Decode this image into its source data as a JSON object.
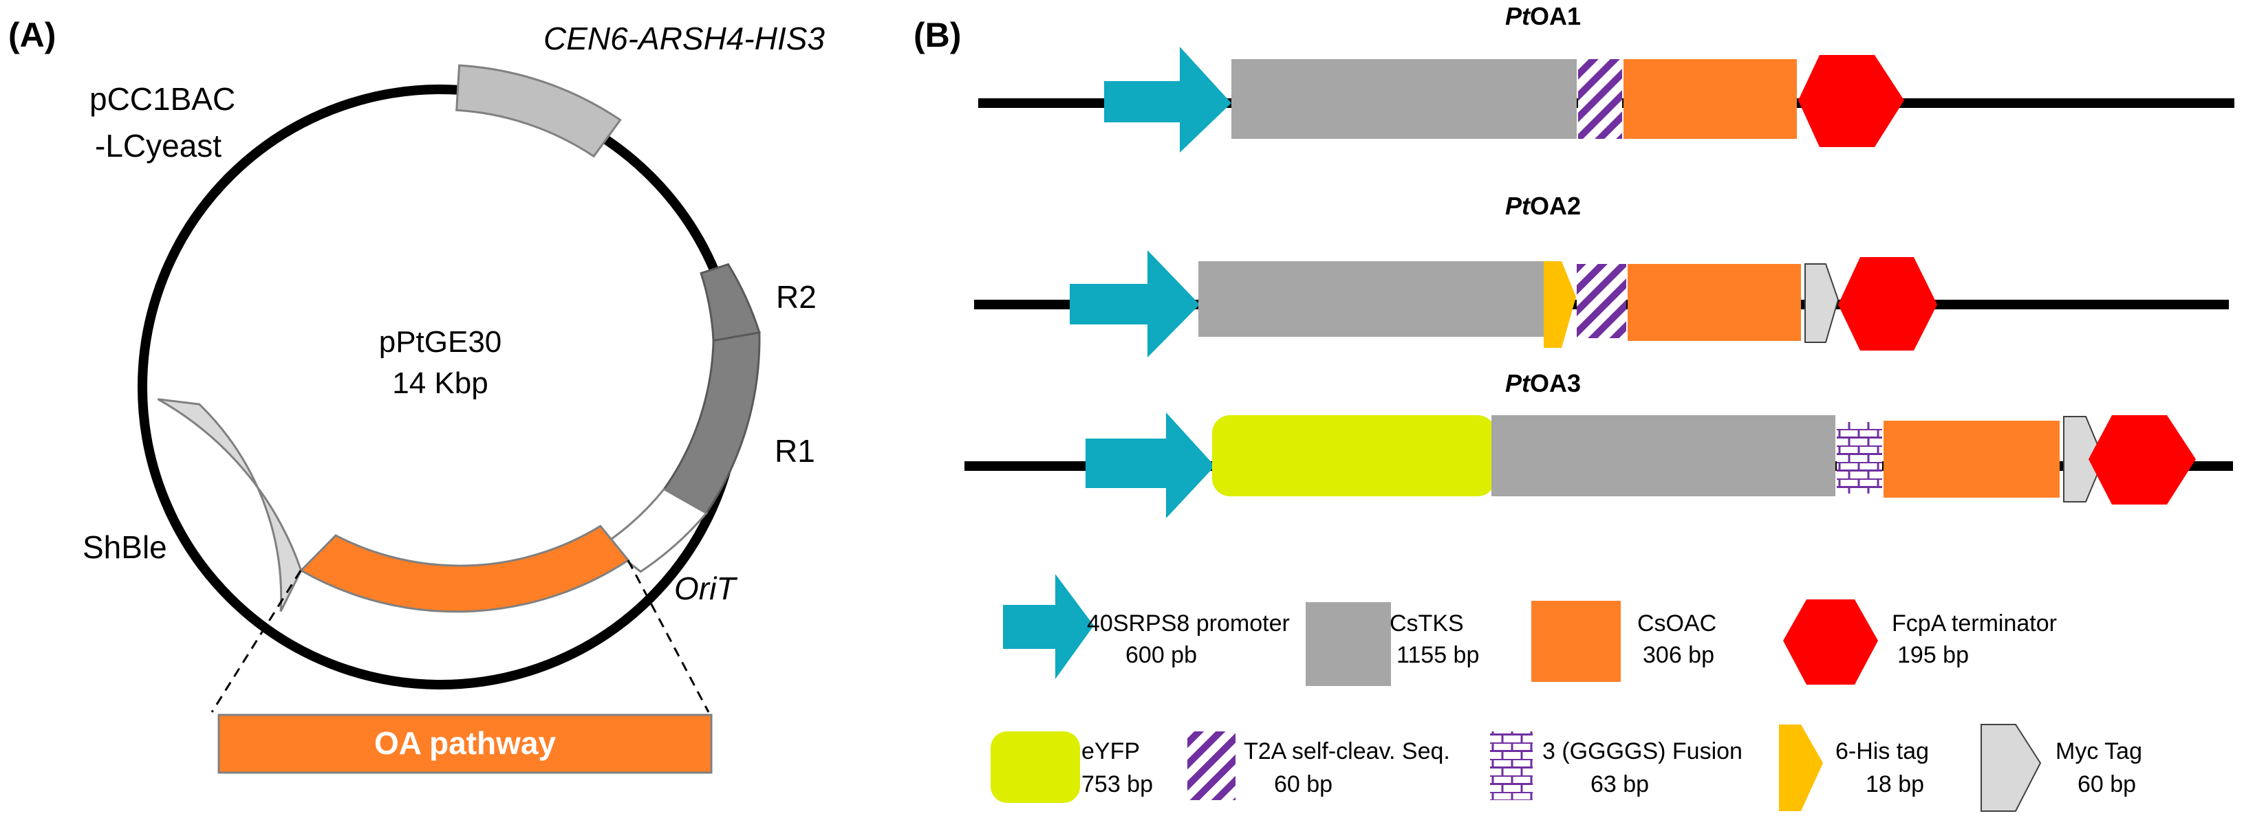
{
  "panel_a": {
    "label": "(A)",
    "plasmid_name": "pPtGE30",
    "plasmid_size": "14 Kbp",
    "segments": {
      "cen": "CEN6-ARSH4-HIS3",
      "backbone_line1": "pCC1BAC",
      "backbone_line2": "-LCyeast",
      "r2": "R2",
      "r1": "R1",
      "orit": "OriT",
      "shble": "ShBle"
    },
    "pathway_box": "OA pathway"
  },
  "panel_b": {
    "label": "(B)",
    "constructs": [
      {
        "italic": "Pt",
        "name": "OA1"
      },
      {
        "italic": "Pt",
        "name": "OA2"
      },
      {
        "italic": "Pt",
        "name": "OA3"
      }
    ]
  },
  "legend": {
    "promoter": {
      "name": "40SRPS8 promoter",
      "size": "600 pb"
    },
    "cstks": {
      "name": "CsTKS",
      "size": "1155 bp"
    },
    "csoac": {
      "name": "CsOAC",
      "size": "306 bp"
    },
    "terminator": {
      "name": "FcpA terminator",
      "size": "195 bp"
    },
    "eyfp": {
      "name": "eYFP",
      "size": "753 bp"
    },
    "t2a": {
      "name": "T2A self-cleav. Seq.",
      "size": "60 bp"
    },
    "fusion": {
      "name": "3 (GGGGS) Fusion",
      "size": "63 bp"
    },
    "histag": {
      "name": "6-His tag",
      "size": "18 bp"
    },
    "myc": {
      "name": "Myc Tag",
      "size": "60 bp"
    }
  },
  "colors": {
    "promoter": "#0FA9C0",
    "cstks": "#A6A6A6",
    "csoac": "#FF7F27",
    "terminator": "#FF0000",
    "eyfp": "#DDEE00",
    "t2a": "#7030A0",
    "histag": "#FFC000",
    "myc": "#D9D9D9",
    "pathway": "#FF7F27",
    "shble": "#D9D9D9",
    "cen": "#BFBFBF",
    "r2": "#7F7F7F",
    "r1": "#808080"
  }
}
